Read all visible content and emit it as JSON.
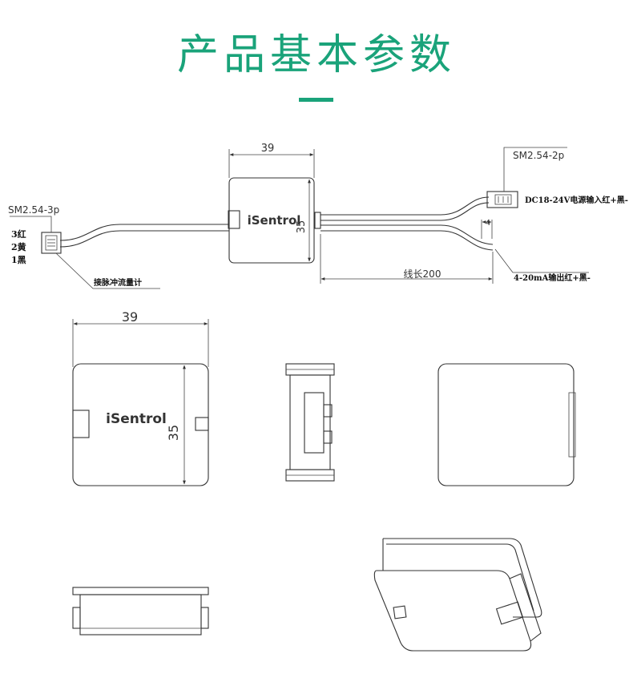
{
  "header": {
    "title": "产品基本参数"
  },
  "diagram": {
    "top_view": {
      "width_dim": "39",
      "height_dim": "35",
      "brand": "iSentrol",
      "left_connector": "SM2.54-3p",
      "pin3": "3红",
      "pin2": "2黄",
      "pin1": "1黑",
      "pulse_label": "接脉冲流量计",
      "right_connector": "SM2.54-2p",
      "power_label": "DC18-24V电源输入红+黑-",
      "strip_dim": "4",
      "cable_length": "线长200",
      "output_label": "4-20mA输出红+黑-"
    },
    "front_view": {
      "width_dim": "39",
      "height_dim": "35",
      "brand": "iSentrol"
    }
  }
}
